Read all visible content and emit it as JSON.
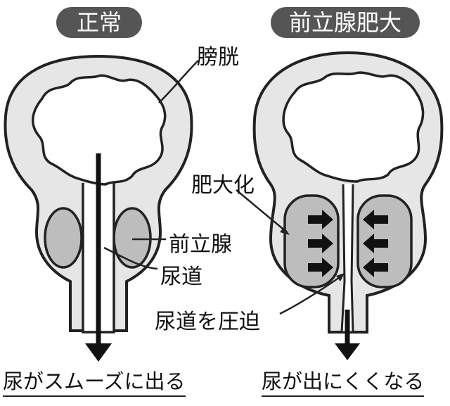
{
  "headers": {
    "normal": "正常",
    "bph": "前立腺肥大"
  },
  "labels": {
    "bladder": "膀胱",
    "enlarged": "肥大化",
    "prostate": "前立腺",
    "urethra": "尿道",
    "compress": "尿道を圧迫"
  },
  "captions": {
    "normal": "尿がスムーズに出る",
    "bph": "尿が出にくくなる"
  },
  "colors": {
    "organ": "#e6e6e6",
    "prostate": "#bdbdbd",
    "outline": "#222222",
    "pill": "#555555"
  }
}
